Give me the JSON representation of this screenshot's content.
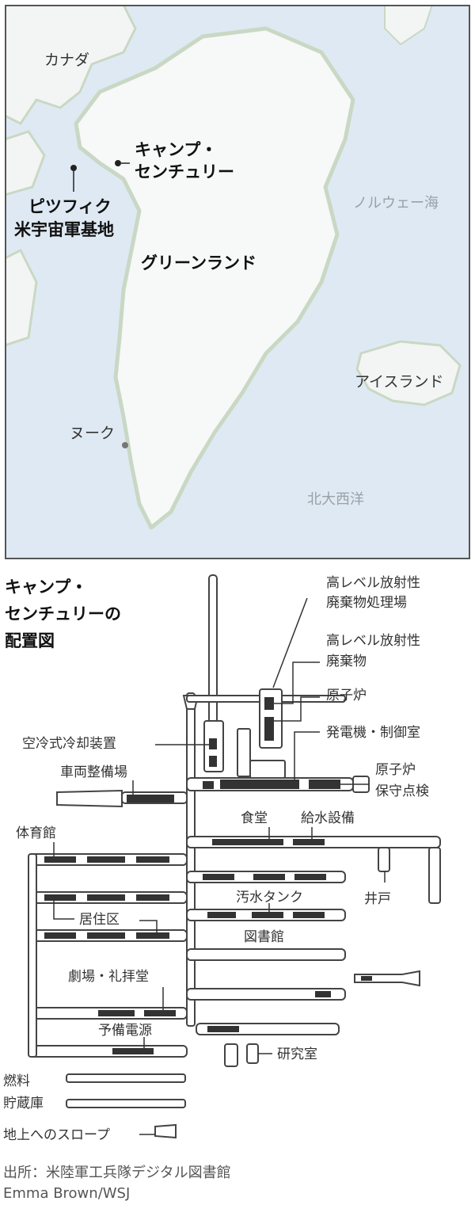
{
  "map": {
    "labels": {
      "canada": "カナダ",
      "camp_century_1": "キャンプ・",
      "camp_century_2": "センチュリー",
      "pituffik_1": "ピツフィク",
      "pituffik_2": "米宇宙軍基地",
      "greenland": "グリーンランド",
      "norwegian_sea": "ノルウェー海",
      "iceland": "アイスランド",
      "nuuk": "ヌーク",
      "north_atlantic": "北大西洋"
    },
    "colors": {
      "sea": "#dfe9f3",
      "land": "#f7f8f8",
      "coast": "#c9d8c4",
      "frame": "#555555"
    }
  },
  "plan": {
    "title": [
      "キャンプ・",
      "センチュリーの",
      "配置図"
    ],
    "labels": {
      "hl_waste_disposal_1": "高レベル放射性",
      "hl_waste_disposal_2": "廃棄物処理場",
      "hl_waste_1": "高レベル放射性",
      "hl_waste_2": "廃棄物",
      "reactor": "原子炉",
      "generator_control": "発電機・制御室",
      "air_cooling": "空冷式冷却装置",
      "vehicle_maintenance": "車両整備場",
      "reactor_maintenance_1": "原子炉",
      "reactor_maintenance_2": "保守点検",
      "gym": "体育館",
      "dining": "食堂",
      "water_supply": "給水設備",
      "well": "井戸",
      "sewage_tank": "汚水タンク",
      "living_quarters": "居住区",
      "library": "図書館",
      "theater_chapel": "劇場・礼拝堂",
      "backup_power": "予備電源",
      "research_lab": "研究室",
      "fuel_storage_1": "燃料",
      "fuel_storage_2": "貯蔵庫",
      "ramp": "地上へのスロープ"
    },
    "colors": {
      "tunnel": "#444444",
      "building": "#333333"
    }
  },
  "footer": {
    "source": "出所：米陸軍工兵隊デジタル図書館",
    "credit": "Emma Brown/WSJ"
  }
}
